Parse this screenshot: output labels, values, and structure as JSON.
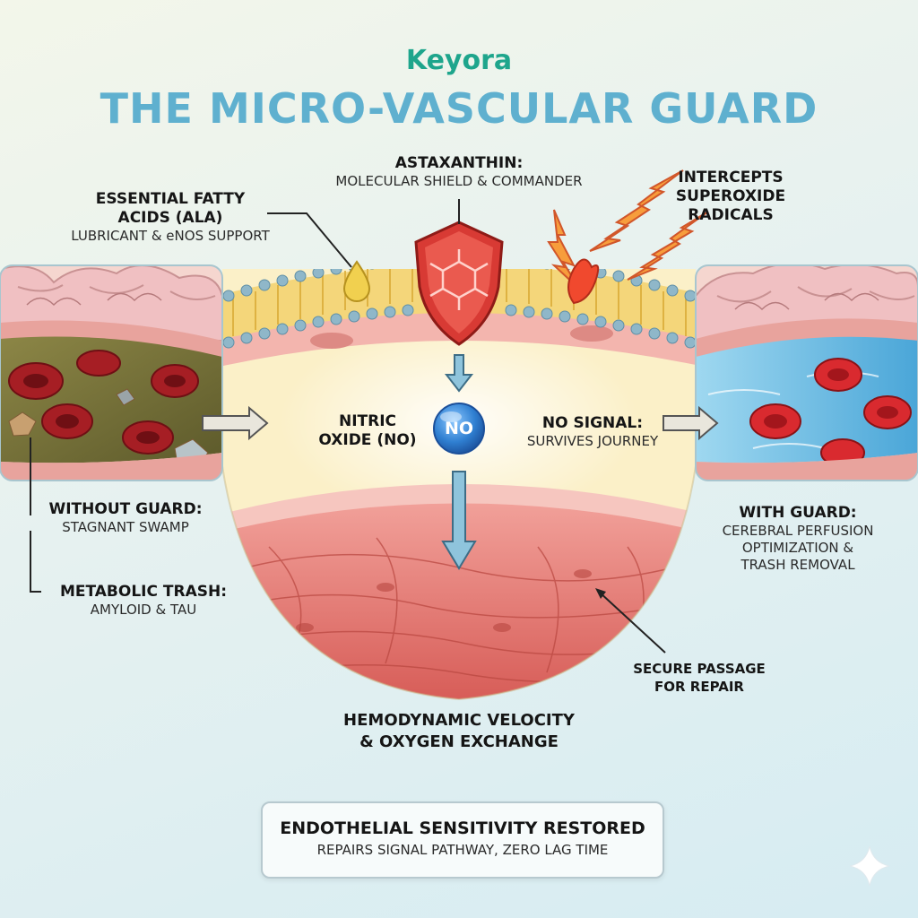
{
  "logo": {
    "text": "Keyora",
    "color": "#1ea58c"
  },
  "title": "THE MICRO-VASCULAR GUARD",
  "labels": {
    "astaxanthin_title": "ASTAXANTHIN:",
    "astaxanthin_sub": "MOLECULAR SHIELD & COMMANDER",
    "fatty_title_1": "ESSENTIAL FATTY",
    "fatty_title_2": "ACIDS (ALA)",
    "fatty_sub": "LUBRICANT & eNOS SUPPORT",
    "intercepts_1": "INTERCEPTS",
    "intercepts_2": "SUPEROXIDE",
    "intercepts_3": "RADICALS",
    "nitric_1": "NITRIC",
    "nitric_2": "OXIDE (NO)",
    "no_badge": "NO",
    "no_signal_title": "NO SIGNAL:",
    "no_signal_sub": "SURVIVES JOURNEY",
    "without_title": "WITHOUT GUARD:",
    "without_sub": "STAGNANT SWAMP",
    "trash_title": "METABOLIC TRASH:",
    "trash_sub": "AMYLOID & TAU",
    "with_title": "WITH GUARD:",
    "with_sub_1": "CEREBRAL PERFUSION",
    "with_sub_2": "OPTIMIZATION &",
    "with_sub_3": "TRASH REMOVAL",
    "secure_1": "SECURE PASSAGE",
    "secure_2": "FOR REPAIR",
    "hemo_1": "HEMODYNAMIC VELOCITY",
    "hemo_2": "& OXYGEN EXCHANGE"
  },
  "footer": {
    "title": "ENDOTHELIAL SENSITIVITY RESTORED",
    "sub": "REPAIRS SIGNAL PATHWAY, ZERO LAG TIME"
  },
  "colors": {
    "title": "#5fb0cf",
    "shield": "#d83a34",
    "no_badge": "#2f7fd1",
    "muscle": "#e06a62",
    "membrane": "#f4d67a",
    "blood_cell": "#c8232b",
    "stagnant_fluid": "#7f7a3c",
    "clear_fluid": "#6bbde3"
  },
  "icons": [
    "molecule-shield-icon",
    "lightning-icon",
    "oil-drop-icon",
    "brain-icon",
    "sparkle-icon"
  ]
}
